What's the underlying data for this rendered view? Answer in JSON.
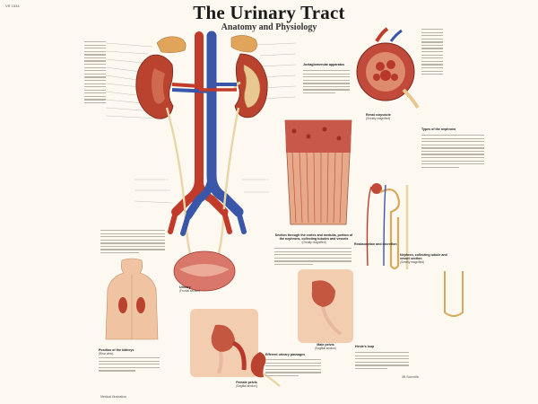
{
  "header": {
    "code": "VR 1534",
    "title": "The Urinary Tract",
    "subtitle": "Anatomy and Physiology"
  },
  "captions": {
    "juxtaglomerular": "Juxtaglomerular apparatus",
    "renal_corpuscle": "Renal corpuscle",
    "renal_corpuscle_sub": "(Greatly magnified)",
    "types_nephrons": "Types of the nephrons",
    "section_cortex": "Section through the cortex and medulla, portion of the nephrons, collecting tubules and vessels",
    "section_cortex_sub": "(Greatly magnified)",
    "bladder": "Urinary",
    "bladder_sub": "(Frontal section)",
    "nephron": "Nephron, collecting tubule and vessel section",
    "nephron_sub": "(Greatly magnified)",
    "position_kidneys": "Position of the kidneys",
    "position_kidneys_sub": "(Rear view)",
    "female_pelvis": "Female pelvis",
    "female_pelvis_sub": "(Sagittal section)",
    "male_pelvis": "Male pelvis",
    "male_pelvis_sub": "(Sagittal section)",
    "efferent": "Efferent urinary passages",
    "reabsorption": "Reabsorption and excretion",
    "henle": "Henle's loop"
  },
  "footer": {
    "publisher": "3B Scientific",
    "note": "Medical Illustration"
  }
}
